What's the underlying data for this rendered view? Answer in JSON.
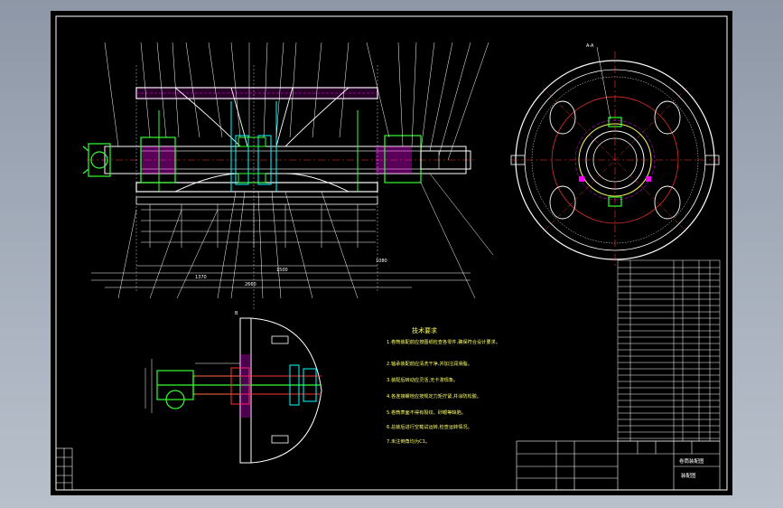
{
  "drawing": {
    "tech_requirements_title": "技术要求",
    "tech_requirements": [
      "1.卷筒装配前应按图纸检查各零件,确保符合设计要求。",
      "2.轴承装配前应清洗干净,并加注润滑脂。",
      "3.装配后转动应灵活,无卡滞现象。",
      "4.各连接螺栓应按规定力矩拧紧,并涂防松胶。",
      "5.卷筒表面不得有裂纹、砂眼等缺陷。",
      "6.总装后进行空载试运转,检查运转情况。",
      "7.未注倒角均为C1。"
    ],
    "title_block": {
      "drawing_name": "卷筒装配图",
      "assembly_label": "装配图"
    },
    "dimensions": [
      "1500",
      "1370",
      "2660",
      "1080"
    ],
    "view_labels": [
      "A-A",
      "B"
    ]
  }
}
